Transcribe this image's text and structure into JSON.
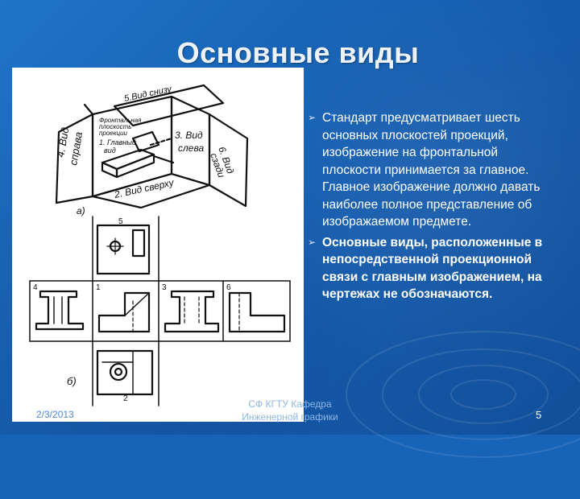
{
  "slide": {
    "title": "Основные виды",
    "figure": {
      "view_labels": {
        "bottom": "5.Вид снизу",
        "frontal_plane_line1": "Фронтальная",
        "frontal_plane_line2": "плоскость",
        "frontal_plane_line3": "проекции",
        "main_view_line1": "1. Главный",
        "main_view_line2": "вид",
        "left_line1": "3. Вид",
        "left_line2": "слева",
        "right_line1": "4. Вид",
        "right_line2": "справа",
        "back_line1": "6. Вид",
        "back_line2": "сзади",
        "top": "2. Вид сверху"
      },
      "part_a": "а)",
      "part_b": "б)",
      "numbers": [
        "5",
        "4",
        "1",
        "3",
        "6",
        "2"
      ]
    },
    "bullets": [
      {
        "text": "Стандарт предусматривает шесть основных плоскостей проекций, изображение на фронтальной плоскости принимается за главное. Главное изображение должно давать наиболее полное представление об изображаемом предмете.",
        "bold": false
      },
      {
        "text": "Основные виды, расположенные в непосредственной проекционной связи с главным изображением, на чертежах не обозначаются.",
        "bold": true
      }
    ],
    "bullet_marker": "➢",
    "footer": {
      "date": "2/3/2013",
      "center_line1": "СФ КГТУ Кафедра",
      "center_line2": "Инженерной графики",
      "page": "5"
    },
    "colors": {
      "background": "#1763b8",
      "text": "#ffffff",
      "figure_bg": "#ffffff",
      "line": "#111111"
    }
  }
}
